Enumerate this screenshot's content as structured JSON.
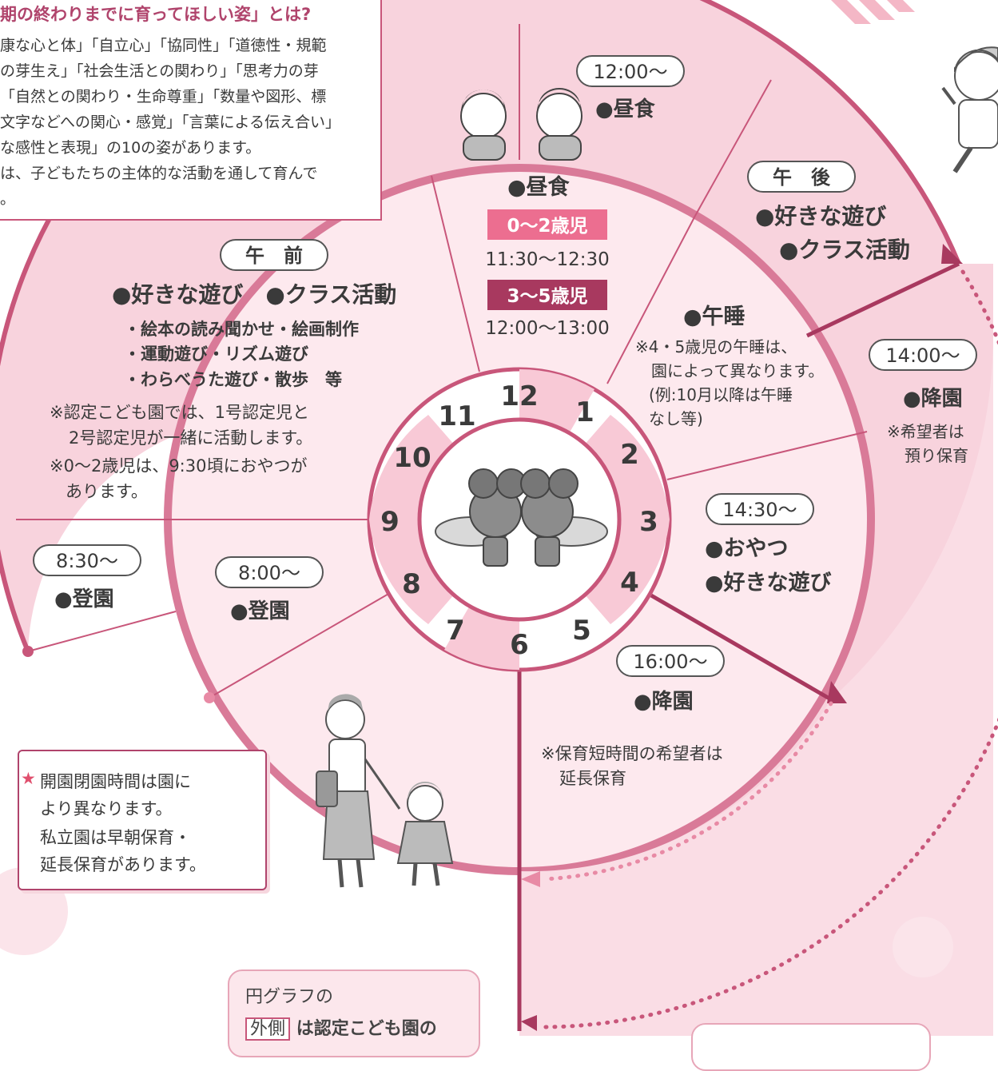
{
  "info": {
    "title": "期の終わりまでに育ってほしい姿」とは?",
    "lines": [
      "康な心と体」「自立心」「協同性」「道徳性・規範",
      "の芽生え」「社会生活との関わり」「思考力の芽",
      "「自然との関わり・生命尊重」「数量や図形、標",
      "文字などへの関心・感覚」「言葉による伝え合い」",
      "な感性と表現」の10の姿があります。",
      "は、子どもたちの主体的な活動を通して育んで",
      "。"
    ]
  },
  "outer": {
    "t1200": "12:00〜",
    "lunch": "●昼食",
    "afternoon": "午　後",
    "free_play": "●好きな遊び",
    "class_act": "●クラス活動",
    "t1400": "14:00〜",
    "leave": "●降園",
    "note1": "※希望者は",
    "note2": "預り保育",
    "t830": "8:30〜",
    "arrive": "●登園"
  },
  "inner": {
    "lunch": "●昼食",
    "age1": "0〜2歳児",
    "time1": "11:30〜12:30",
    "age2": "3〜5歳児",
    "time2": "12:00〜13:00",
    "morning": "午　前",
    "morning_acts": "●好きな遊び　●クラス活動",
    "sub1": "・絵本の読み聞かせ・絵画制作",
    "sub2": "・運動遊び・リズム遊び",
    "sub3": "・わらべうた遊び・散歩　等",
    "note_a1": "※認定こども園では、1号認定児と",
    "note_a2": "2号認定児が一緒に活動します。",
    "note_b1": "※0〜2歳児は、9:30頃におやつが",
    "note_b2": "あります。",
    "nap": "●午睡",
    "nap_n1": "※4・5歳児の午睡は、",
    "nap_n2": "園によって異なります。",
    "nap_n3": "(例:10月以降は午睡",
    "nap_n4": "なし等)",
    "t1430": "14:30〜",
    "snack": "●おやつ",
    "free_play": "●好きな遊び",
    "t800": "8:00〜",
    "arrive": "●登園",
    "t1600": "16:00〜",
    "leave": "●降園",
    "ext1": "※保育短時間の希望者は",
    "ext2": "延長保育"
  },
  "clock": [
    "12",
    "1",
    "2",
    "3",
    "4",
    "5",
    "6",
    "7",
    "8",
    "9",
    "10",
    "11"
  ],
  "star_note": {
    "star": "★",
    "lines": [
      "開園閉園時間は園に",
      "より異なります。",
      "私立園は早朝保育・",
      "延長保育があります。"
    ]
  },
  "legend": {
    "l1": "円グラフの",
    "key": "外側",
    "l2": "は認定こども園の"
  },
  "colors": {
    "outer_fill": "#f8d3dd",
    "inner_fill": "#fde9ee",
    "line": "#c8567a",
    "dark_band": "#a8395f",
    "pink_band": "#ec6e90"
  }
}
